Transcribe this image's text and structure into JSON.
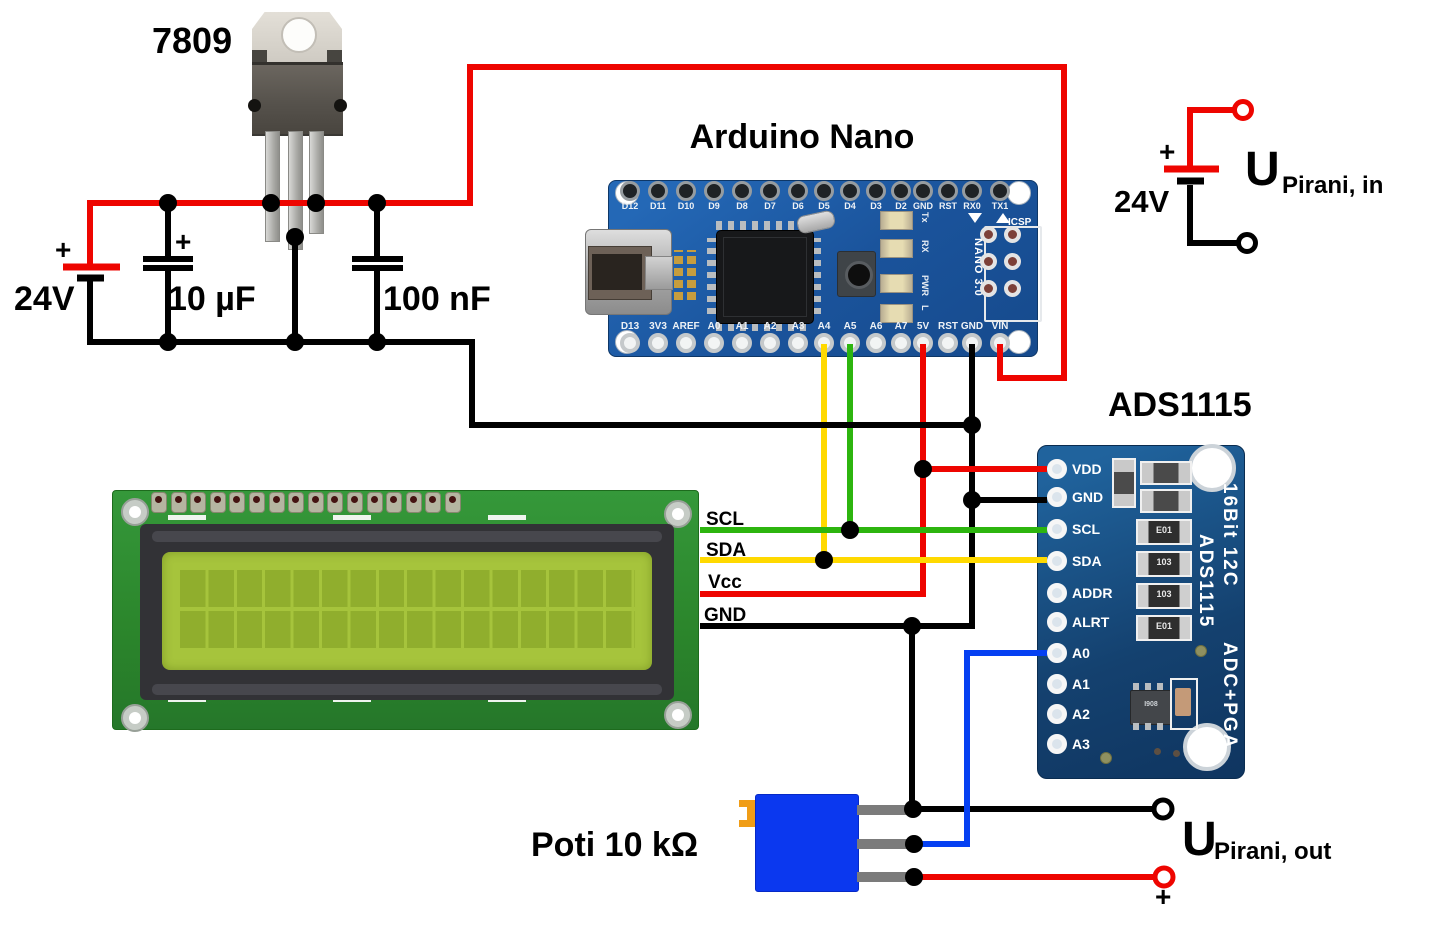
{
  "symbols": {
    "plus": "+"
  },
  "power": {
    "regulator": "7809",
    "supply": "24V",
    "cap_electrolytic": "10 µF",
    "cap_ceramic": "100 nF"
  },
  "arduino": {
    "title": "Arduino Nano",
    "silk": "NANO 3.0",
    "icsp": "ICSP",
    "pins_top": [
      "D12",
      "D11",
      "D10",
      "D9",
      "D8",
      "D7",
      "D6",
      "D5",
      "D4",
      "D3",
      "D2",
      "GND",
      "RST",
      "RX0",
      "TX1"
    ],
    "pins_bottom": [
      "D13",
      "3V3",
      "AREF",
      "A0",
      "A1",
      "A2",
      "A3",
      "A4",
      "A5",
      "A6",
      "A7",
      "5V",
      "RST",
      "GND",
      "VIN"
    ],
    "leds": [
      "Tx",
      "RX",
      "PWR",
      "L"
    ]
  },
  "bus_labels": {
    "scl": "SCL",
    "sda": "SDA",
    "vcc": "Vcc",
    "gnd": "GND"
  },
  "ads": {
    "title": "ADS1115",
    "pins": [
      "VDD",
      "GND",
      "SCL",
      "SDA",
      "ADDR",
      "ALRT",
      "A0",
      "A1",
      "A2",
      "A3"
    ],
    "side_top": "16Bit 12C",
    "side_mid": "ADS1115",
    "side_bottom": "ADC+PGA",
    "resistors": [
      "E01",
      "103",
      "103",
      "E01"
    ],
    "chip_text": "I908"
  },
  "poti": {
    "label": "Poti 10 kΩ"
  },
  "pirani_in": {
    "supply": "24V",
    "u": "U",
    "sub": "Pirani, in"
  },
  "pirani_out": {
    "u": "U",
    "sub": "Pirani, out"
  },
  "wire_colors": {
    "power_red": "#ee0500",
    "ground_black": "#000000",
    "scl_green": "#2db50f",
    "sda_yellow": "#ffd900",
    "analog_blue": "#0540f2"
  }
}
